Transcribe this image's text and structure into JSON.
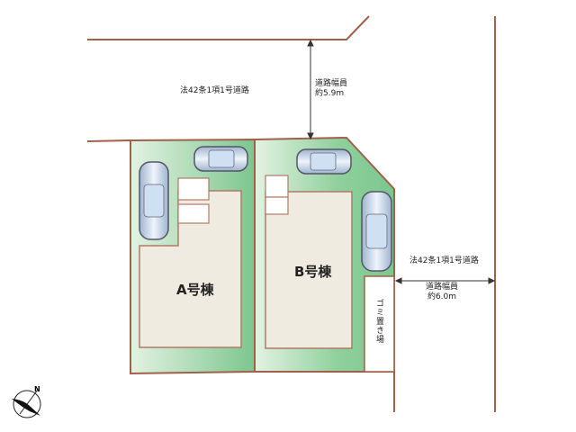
{
  "roads": {
    "north": {
      "label": "法42条1項1号道路",
      "width_label": "道路幅員",
      "width_value": "約5.9m"
    },
    "east": {
      "label": "法42条1項1号道路",
      "width_label": "道路幅員",
      "width_value": "約6.0m"
    }
  },
  "lots": [
    {
      "label": "A号棟"
    },
    {
      "label": "B号棟"
    }
  ],
  "garbage_area": {
    "label": "ゴミ置き場"
  },
  "compass": {
    "label": "N"
  },
  "colors": {
    "boundary": "#a0604a",
    "lawn": "#8ccf98",
    "lawn_light": "#dff0df",
    "house": "#f0ebe0",
    "road_line": "#a0604a"
  }
}
